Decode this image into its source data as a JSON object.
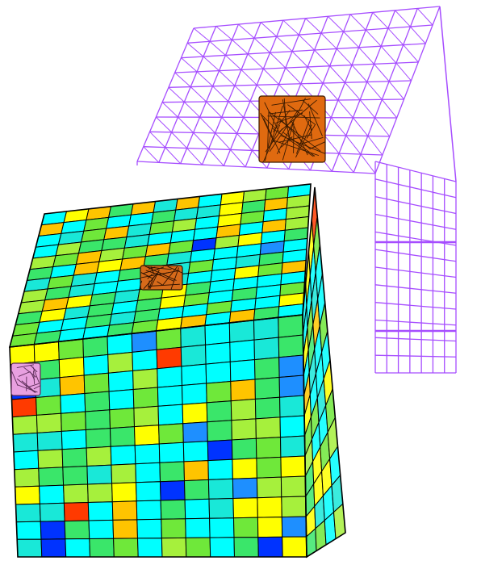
{
  "figure": {
    "wireframe": {
      "color": "#a64dff",
      "nx": 11,
      "ny": 9,
      "nz": 9
    },
    "solid_cube": {
      "nx": 12,
      "ny": 12,
      "nz": 12,
      "edge_color": "#000000",
      "palette": [
        "#00ffff",
        "#19e8d8",
        "#3ae66a",
        "#6fe83a",
        "#a6f03c",
        "#ffff00",
        "#ffc400",
        "#ff3a00",
        "#1e8fff",
        "#0033ff"
      ],
      "palette_names": [
        "cyan",
        "aqua-green",
        "green",
        "lime",
        "yellow-green",
        "yellow",
        "orange",
        "red",
        "light-blue",
        "blue"
      ]
    },
    "inclusions": [
      {
        "name": "fracture-inclusion-wireframe",
        "color": "#e06a10",
        "edge": "#3a1a00"
      },
      {
        "name": "fracture-inclusion-top-face",
        "color": "#d66a1a",
        "edge": "#2a1000"
      },
      {
        "name": "fracture-inclusion-left-edge",
        "color": "#e8a0e0",
        "edge": "#5a2a55"
      }
    ]
  }
}
